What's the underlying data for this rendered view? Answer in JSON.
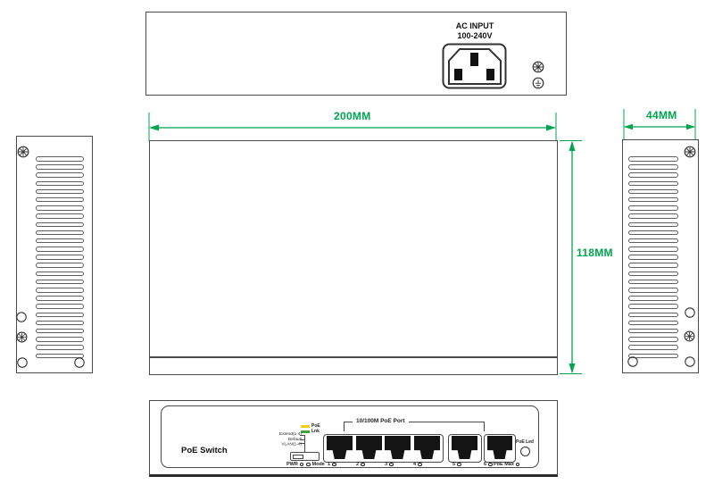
{
  "colors": {
    "dim_green": "#00A54F",
    "poe_yellow": "#F2CE1B",
    "lnk_green": "#3FA33A",
    "line_gray": "#4a4a4a",
    "jack_black": "#141414"
  },
  "rear_view": {
    "ac_input_line1": "AC INPUT",
    "ac_input_line2": "100-240V"
  },
  "dims": {
    "width": "200MM",
    "height": "118MM",
    "side_width": "44MM"
  },
  "front_panel": {
    "brand": "PoE Switch",
    "legend_poe": "PoE",
    "legend_lnk": "Lnk",
    "group_label": "10/100M PoE Port",
    "mode_options": [
      "Extend(1-4)",
      "Default",
      "VLAN(1-4)"
    ],
    "pwr_label": "PWR",
    "mode_label": "Mode",
    "poe_led_label": "PoE Led",
    "poe_max_label": "PoE Max",
    "port_numbers": [
      "1",
      "2",
      "3",
      "4",
      "5",
      "6"
    ]
  }
}
